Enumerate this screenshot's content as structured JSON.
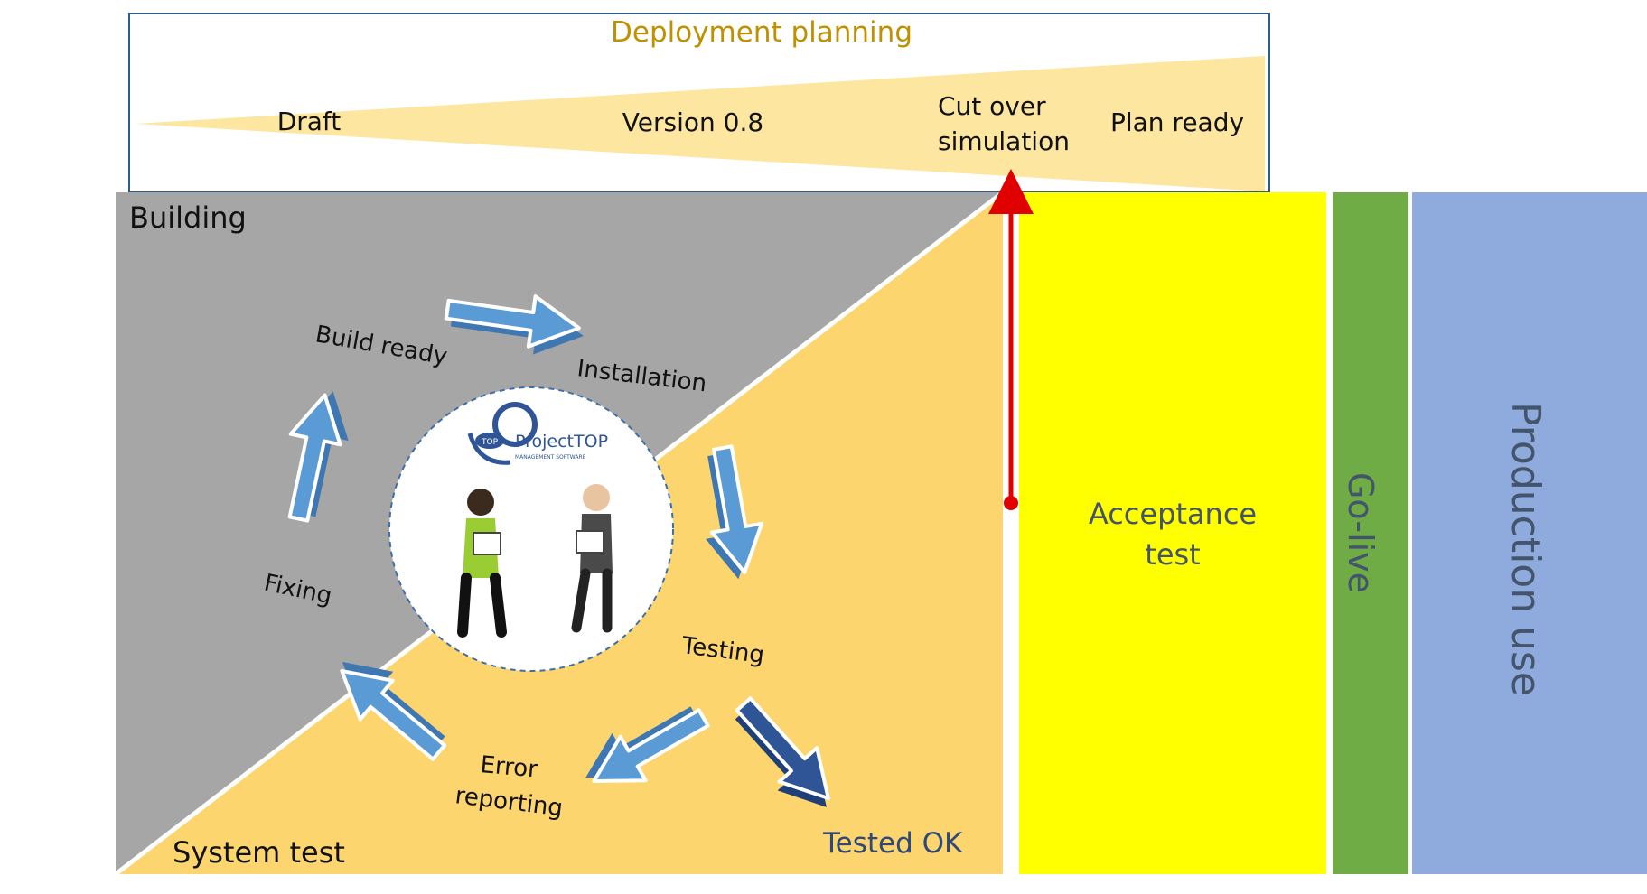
{
  "deployment": {
    "title": "Deployment planning",
    "milestones": [
      "Draft",
      "Version 0.8",
      "Cut over",
      "simulation",
      "Plan ready"
    ]
  },
  "phases": {
    "building": "Building",
    "system_test": "System test",
    "acceptance": [
      "Acceptance",
      "test"
    ],
    "go_live": "Go-live",
    "production": "Production use"
  },
  "cycle": {
    "steps": [
      "Build ready",
      "Installation",
      "Testing",
      "Error",
      "reporting",
      "Fixing"
    ],
    "outcome": "Tested OK"
  },
  "logo": {
    "name": "ProjectTOP",
    "tagline": "MANAGEMENT SOFTWARE",
    "badge": "TOP"
  },
  "colors": {
    "title_gold": "#C09000",
    "planning_fill": "#FDE6A0",
    "planning_border": "#2E5C8A",
    "building_gray": "#A6A6A6",
    "system_test_orange": "#FCD56F",
    "acceptance_yellow": "#FFFF00",
    "go_live_green": "#6FAC46",
    "production_blue": "#8FAADC",
    "arrow_blue": "#5B9BD5",
    "arrow_dark": "#2F5597",
    "milestone_red": "#E00000",
    "text_slate": "#44546A"
  },
  "icons": [
    "cycle-arrow-icon",
    "milestone-arrow-icon",
    "people-icon",
    "logo-icon"
  ]
}
